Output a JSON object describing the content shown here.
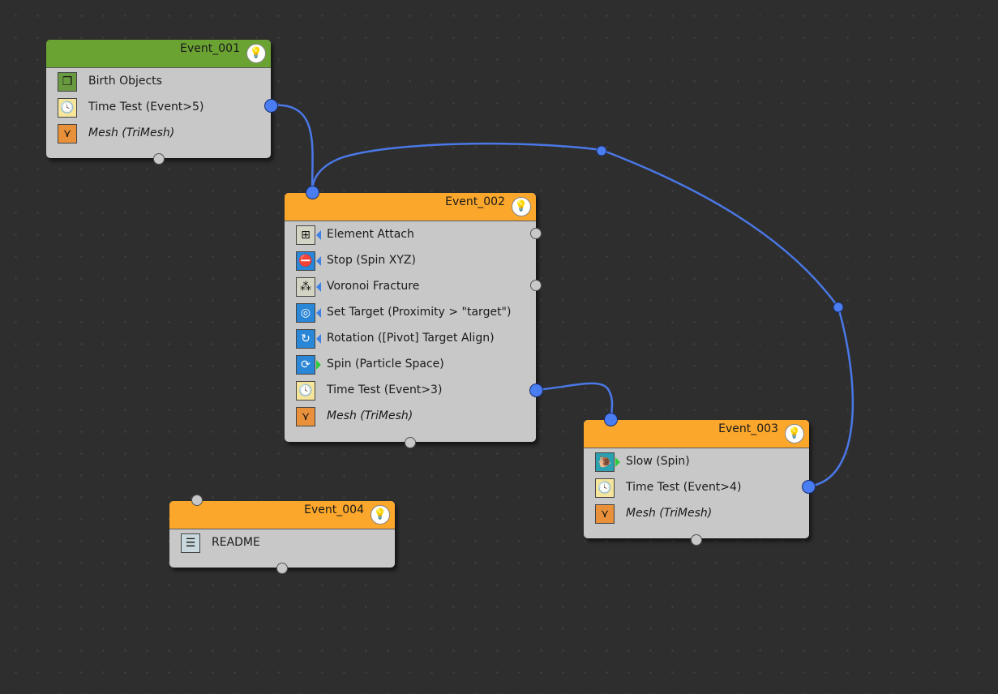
{
  "colors": {
    "birth_header": "#6aa332",
    "event_header": "#fba72b",
    "wire": "#4a78e6"
  },
  "events": {
    "e1": {
      "title": "Event_001",
      "header_color": "#6aa332",
      "operators": [
        {
          "label": "Birth Objects",
          "icon": "birth-objects-icon",
          "italic": false
        },
        {
          "label": "Time Test (Event>5)",
          "icon": "clock-icon",
          "italic": false
        },
        {
          "label": "Mesh (TriMesh)",
          "icon": "mesh-icon",
          "italic": true
        }
      ]
    },
    "e2": {
      "title": "Event_002",
      "header_color": "#fba72b",
      "operators": [
        {
          "label": "Element Attach",
          "icon": "element-attach-icon",
          "italic": false
        },
        {
          "label": "Stop (Spin XYZ)",
          "icon": "stop-icon",
          "italic": false
        },
        {
          "label": "Voronoi Fracture",
          "icon": "voronoi-icon",
          "italic": false
        },
        {
          "label": "Set Target (Proximity > \"target\")",
          "icon": "target-icon",
          "italic": false
        },
        {
          "label": "Rotation ([Pivot] Target Align)",
          "icon": "rotation-icon",
          "italic": false
        },
        {
          "label": "Spin (Particle Space)",
          "icon": "spin-icon",
          "italic": false
        },
        {
          "label": "Time Test (Event>3)",
          "icon": "clock-icon",
          "italic": false
        },
        {
          "label": "Mesh (TriMesh)",
          "icon": "mesh-icon",
          "italic": true
        }
      ]
    },
    "e3": {
      "title": "Event_003",
      "header_color": "#fba72b",
      "operators": [
        {
          "label": "Slow (Spin)",
          "icon": "snail-icon",
          "italic": false
        },
        {
          "label": "Time Test (Event>4)",
          "icon": "clock-icon",
          "italic": false
        },
        {
          "label": "Mesh (TriMesh)",
          "icon": "mesh-icon",
          "italic": true
        }
      ]
    },
    "e4": {
      "title": "Event_004",
      "header_color": "#fba72b",
      "operators": [
        {
          "label": "README",
          "icon": "readme-icon",
          "italic": false
        }
      ]
    }
  }
}
